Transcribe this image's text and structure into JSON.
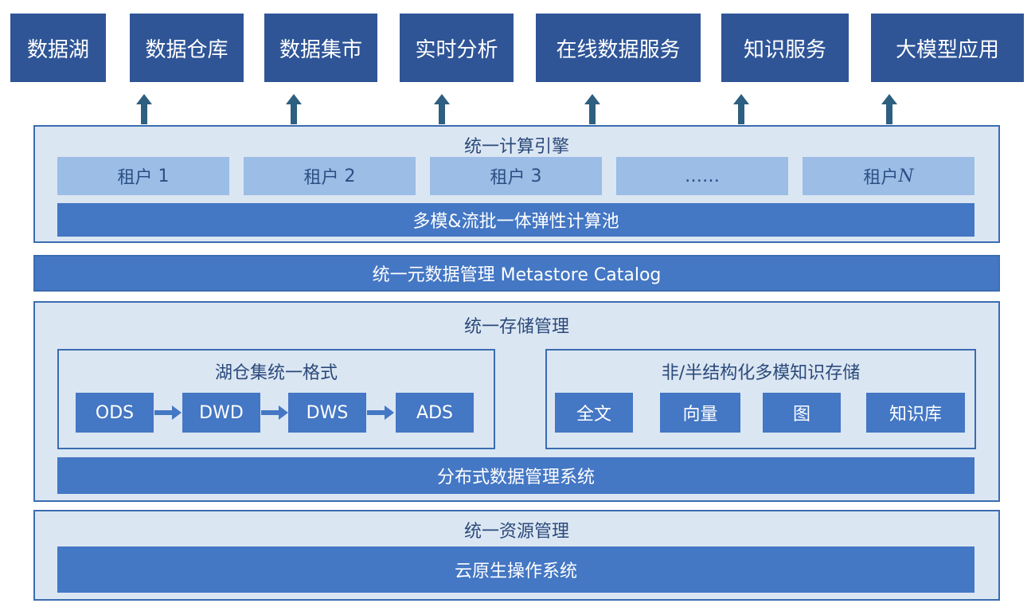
{
  "applications": [
    "数据湖",
    "数据仓库",
    "数据集市",
    "实时分析",
    "在线数据服务",
    "知识服务",
    "大模型应用"
  ],
  "compute": {
    "title": "统一计算引擎",
    "tenants": [
      {
        "label": "租户",
        "num": "1"
      },
      {
        "label": "租户",
        "num": "2"
      },
      {
        "label": "租户",
        "num": "3"
      },
      {
        "label": "……",
        "num": ""
      },
      {
        "label": "租户",
        "num": "N"
      }
    ],
    "pool": "多模&流批一体弹性计算池"
  },
  "metastore": "统一元数据管理 Metastore Catalog",
  "storage": {
    "title": "统一存储管理",
    "lakehouse": {
      "title": "湖仓集统一格式",
      "layers": [
        "ODS",
        "DWD",
        "DWS",
        "ADS"
      ]
    },
    "knowledge": {
      "title": "非/半结构化多模知识存储",
      "items": [
        "全文",
        "向量",
        "图",
        "知识库"
      ]
    },
    "system": "分布式数据管理系统"
  },
  "resource": {
    "title": "统一资源管理",
    "os": "云原生操作系统"
  },
  "colors": {
    "dark_box": "#2f5597",
    "bar": "#4477c4",
    "panel_bg": "#dbe6f3",
    "tenant_bg": "#9bbde6",
    "arrow": "#2e5f80"
  }
}
